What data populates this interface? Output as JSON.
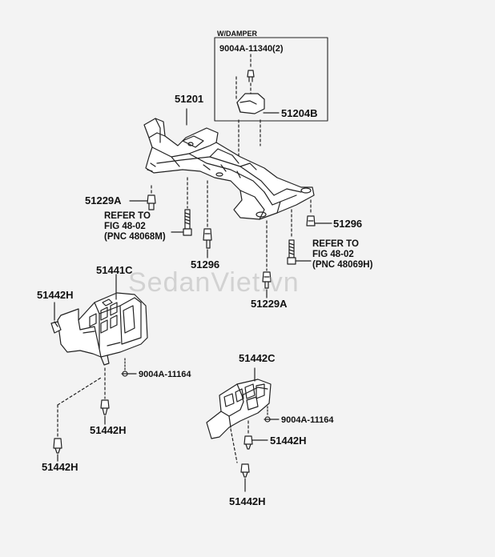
{
  "inset": {
    "title": "W/DAMPER",
    "part_bolt": "9004A-11340(2)",
    "part_damper": "51204B"
  },
  "parts": {
    "crossmember": "51201",
    "bolt_left": "51229A",
    "bolt_right_lower": "51229A",
    "bolt_51296_center": "51296",
    "bolt_51296_right": "51296",
    "refer_left": "REFER TO\nFIG 48-02\n(PNC 48068M)",
    "refer_right": "REFER TO\nFIG 48-02\n(PNC 48069H)",
    "cover_left": "51441C",
    "cover_right": "51442C",
    "clip_left_top": "51442H",
    "clip_left_mid": "51442H",
    "clip_left_bottom": "51442H",
    "clip_right_mid": "51442H",
    "clip_right_bottom": "51442H",
    "screw_left": "9004A-11164",
    "screw_right": "9004A-11164"
  },
  "watermark": "SedanViet.vn",
  "colors": {
    "background": "#f3f3f3",
    "line": "#222222",
    "watermark": "#aaaaaa"
  }
}
